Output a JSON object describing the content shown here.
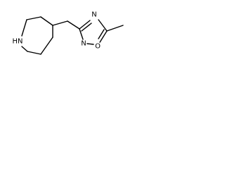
{
  "structure": {
    "atoms": {
      "piperidine_n": "HN",
      "oxadiazole_n_top": "N",
      "oxadiazole_n_bottom": "N",
      "oxadiazole_o": "O"
    }
  },
  "colors": {
    "bond": "#000000",
    "label": "#000000",
    "background": "#ffffff"
  }
}
